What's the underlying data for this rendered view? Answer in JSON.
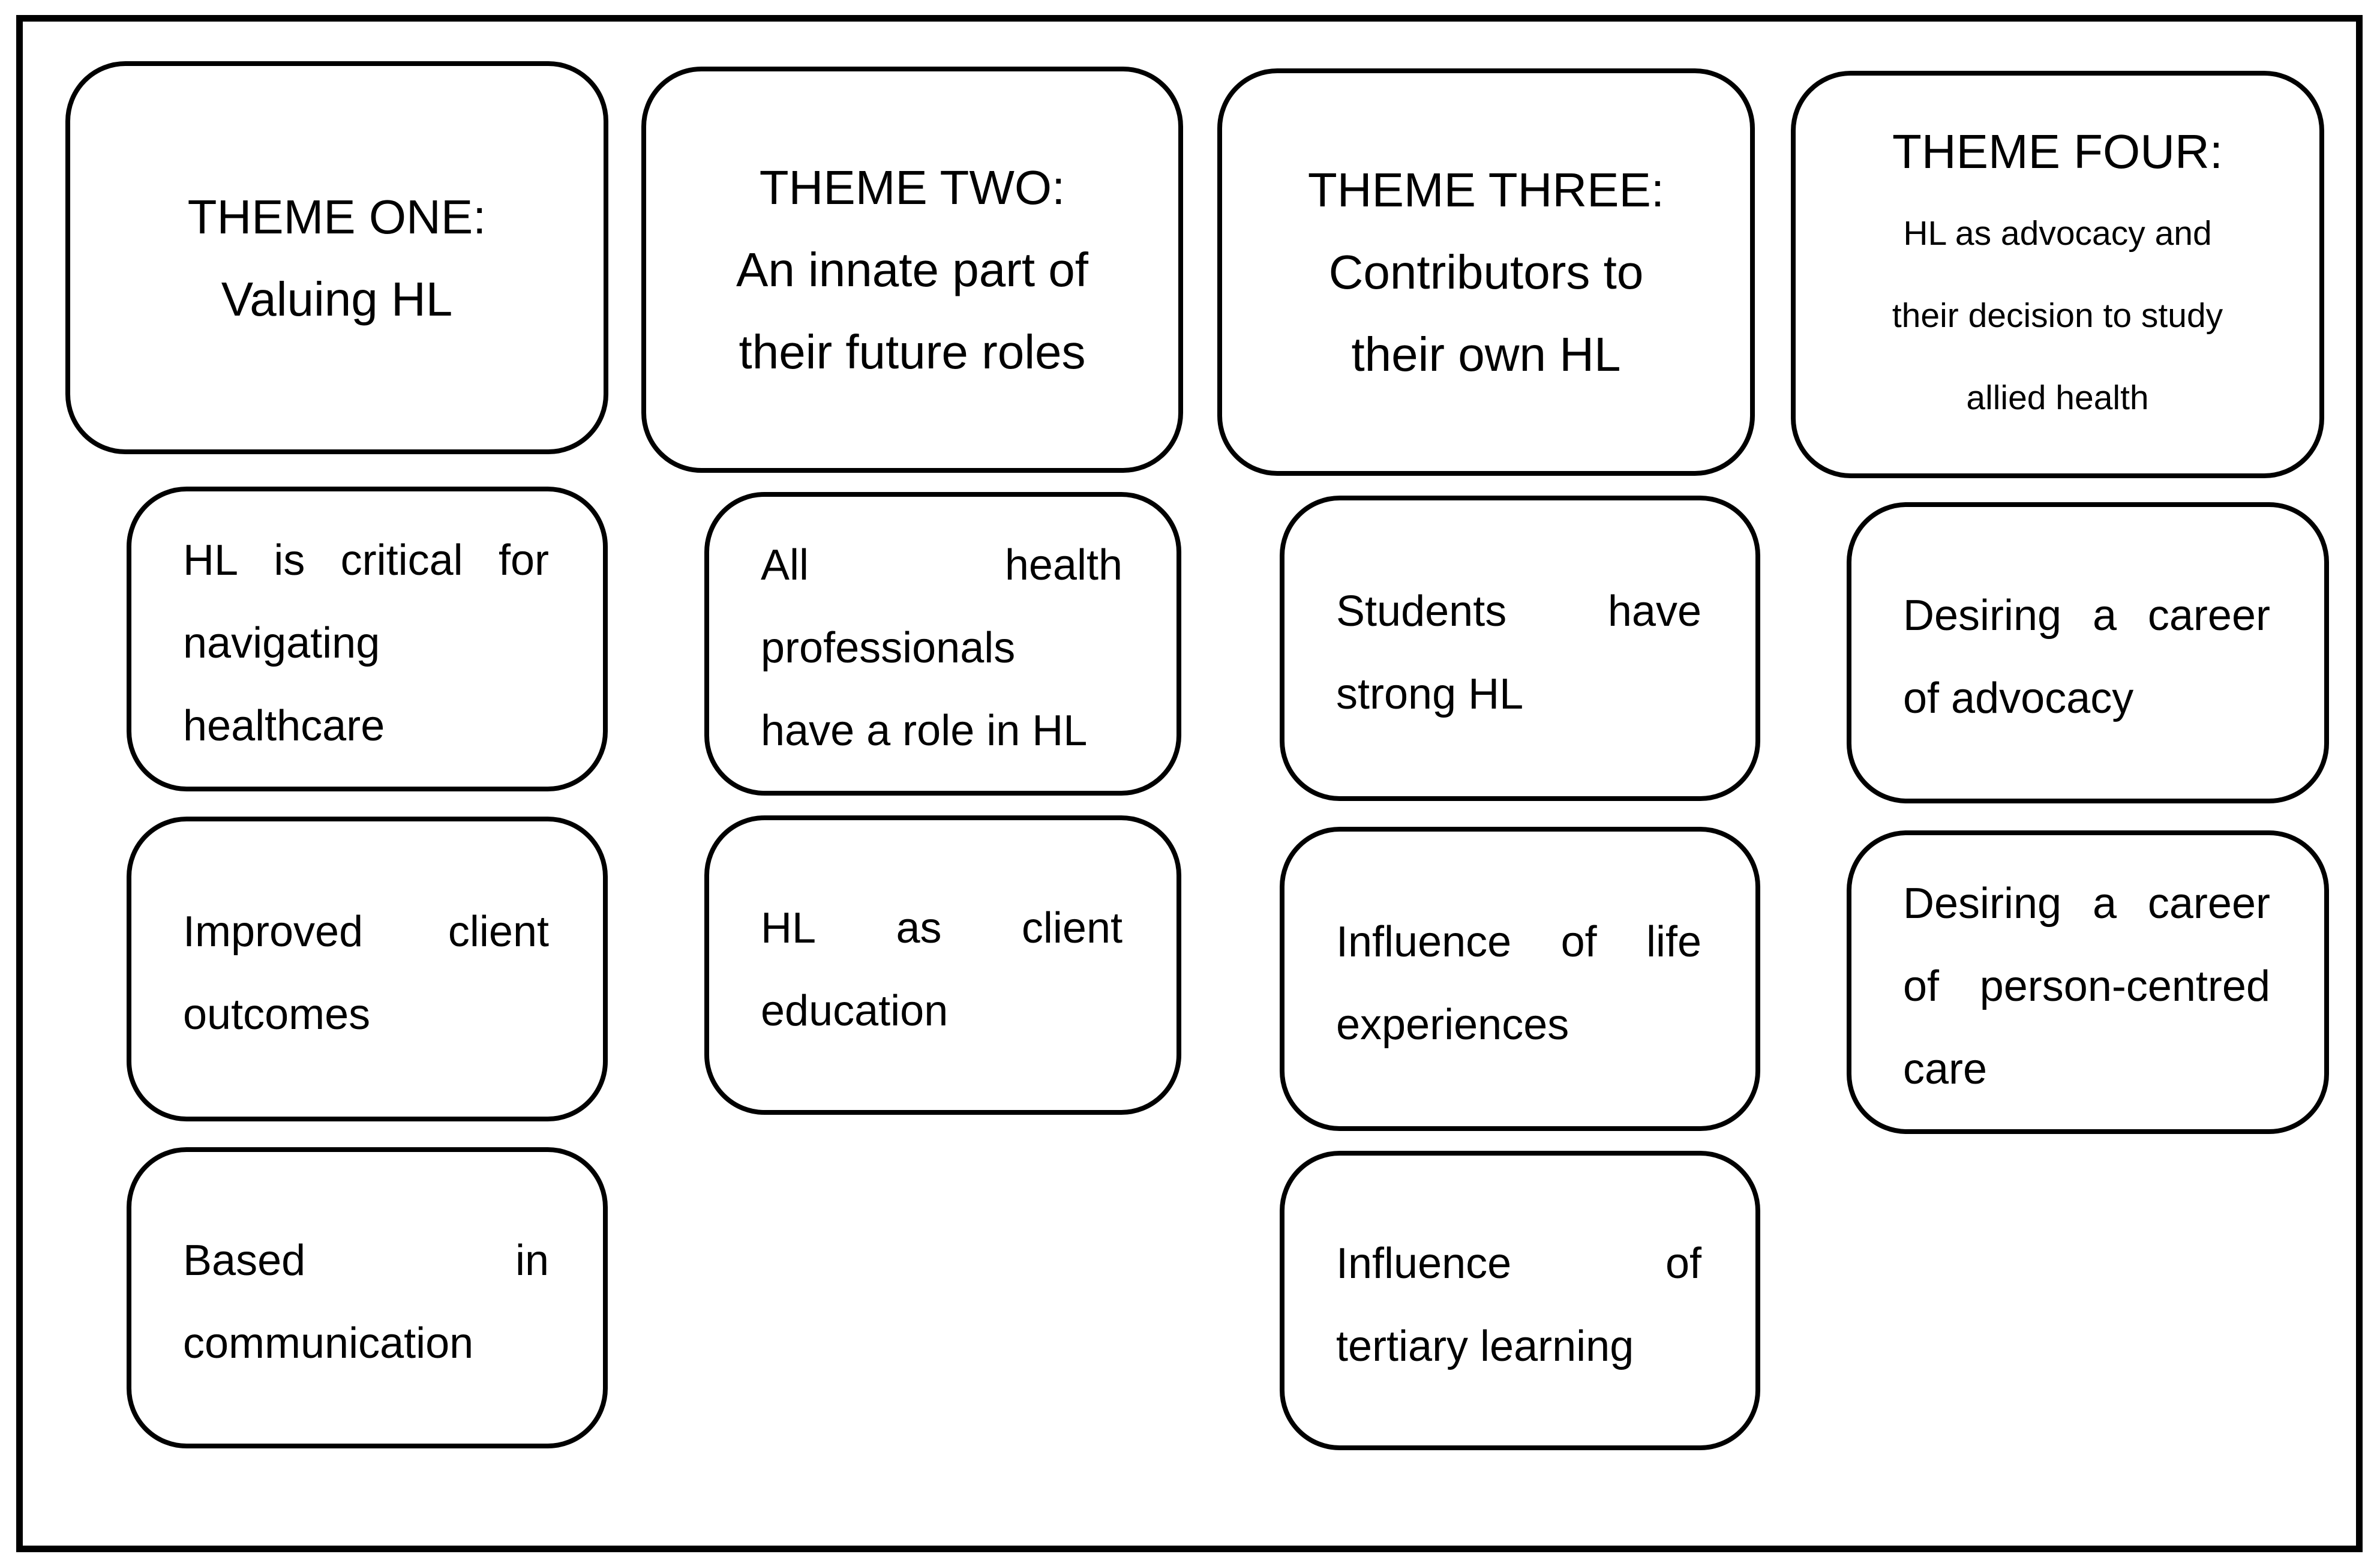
{
  "figure": {
    "background_color": "#ffffff",
    "line_color": "#000000",
    "columns": [
      {
        "id": "theme-one",
        "header": {
          "lines": [
            "THEME ONE:",
            "Valuing HL"
          ]
        },
        "subthemes": [
          {
            "lines": [
              "HL is critical for",
              "navigating",
              "healthcare"
            ]
          },
          {
            "lines": [
              "Improved client",
              "outcomes"
            ]
          },
          {
            "lines": [
              "Based in",
              "communication"
            ]
          }
        ]
      },
      {
        "id": "theme-two",
        "header": {
          "lines": [
            "THEME TWO:",
            "An innate part of",
            "their future roles"
          ]
        },
        "subthemes": [
          {
            "lines": [
              "All health",
              "professionals",
              "have a role in HL"
            ]
          },
          {
            "lines": [
              "HL as client",
              "education"
            ]
          }
        ]
      },
      {
        "id": "theme-three",
        "header": {
          "lines": [
            "THEME THREE:",
            "Contributors to",
            "their own HL"
          ]
        },
        "subthemes": [
          {
            "lines": [
              "Students have",
              "strong HL"
            ]
          },
          {
            "lines": [
              "Influence of life",
              "experiences"
            ]
          },
          {
            "lines": [
              "Influence of",
              "tertiary learning"
            ]
          }
        ]
      },
      {
        "id": "theme-four",
        "header": {
          "lines": [
            "THEME FOUR:",
            "HL as advocacy and",
            "their decision to study",
            "allied health"
          ]
        },
        "subthemes": [
          {
            "lines": [
              "Desiring a career",
              "of advocacy"
            ]
          },
          {
            "lines": [
              "Desiring a career",
              "of person-centred",
              "care"
            ]
          }
        ]
      }
    ]
  }
}
